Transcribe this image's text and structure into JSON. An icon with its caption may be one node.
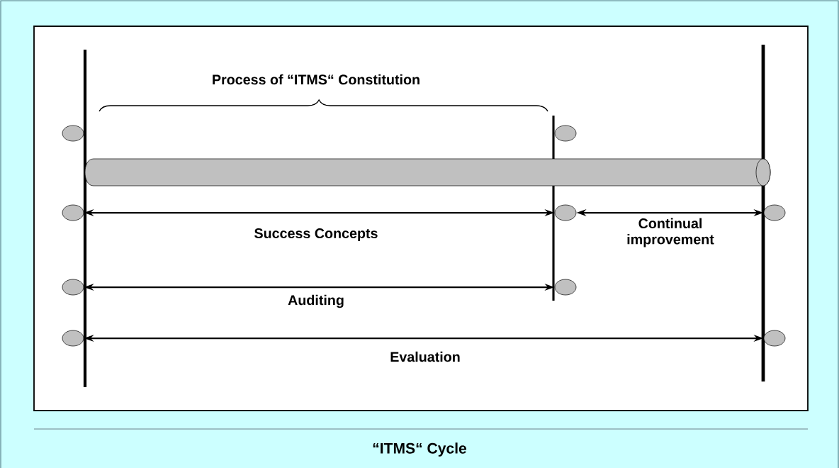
{
  "diagram": {
    "caption": "“ITMS“ Cycle",
    "nodes": [
      {
        "text": [],
        "shape": "circle"
      },
      {
        "text": [],
        "shape": "circle"
      },
      {
        "text": [],
        "shape": "cylinder"
      },
      {
        "text": [],
        "shape": "circle"
      },
      {
        "text": [],
        "shape": "circle"
      },
      {
        "text": [],
        "shape": "circle"
      },
      {
        "text": [],
        "shape": "circle"
      },
      {
        "text": [],
        "shape": "circle"
      },
      {
        "text": [],
        "shape": "circle"
      },
      {
        "text": [],
        "shape": "circle"
      }
    ],
    "edges": [
      {
        "from": 3,
        "to": 4,
        "arrow": "both",
        "label": "Success Concepts"
      },
      {
        "from": 4,
        "to": 5,
        "arrow": "both",
        "label": "Continual improvement"
      },
      {
        "from": 6,
        "to": 7,
        "arrow": "both",
        "label": "Auditing"
      },
      {
        "from": 8,
        "to": 9,
        "arrow": "both",
        "label": "Evaluation"
      }
    ],
    "labels": [
      "Process of “ITMS“ Constitution"
    ]
  }
}
